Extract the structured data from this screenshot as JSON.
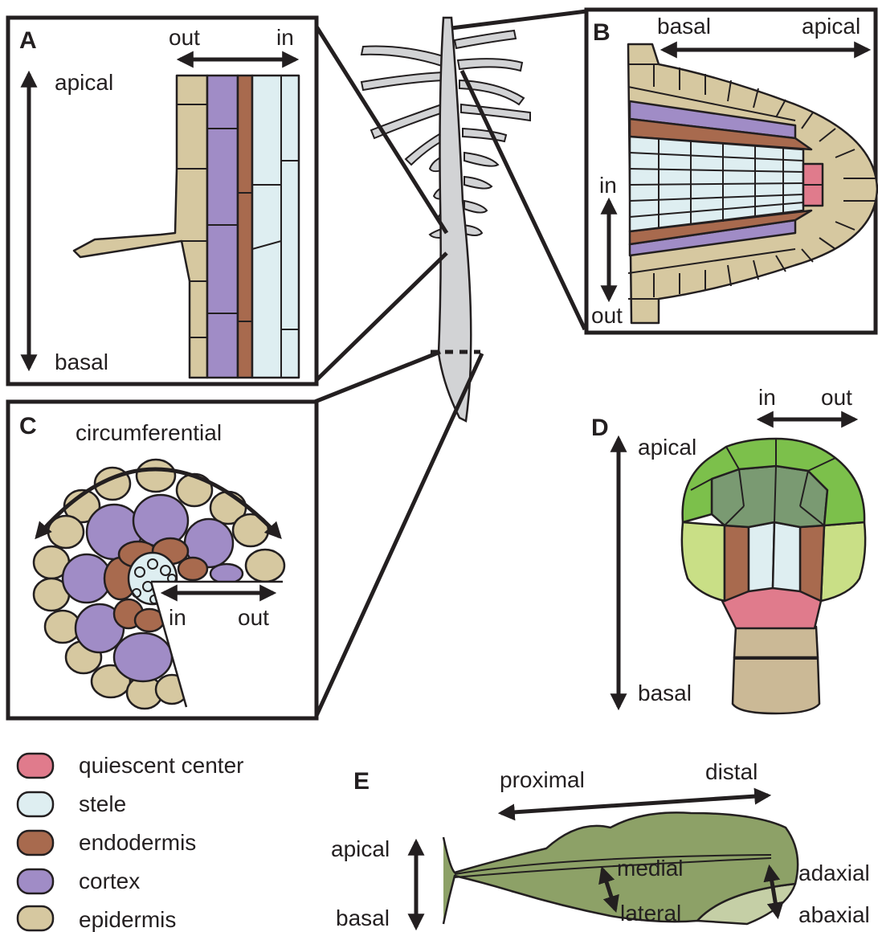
{
  "colors": {
    "quiescent_center": "#e07b8c",
    "stele": "#deeef1",
    "endodermis": "#a86a4e",
    "cortex": "#a08cc6",
    "epidermis": "#d6c8a0",
    "root": "#d2d3d5",
    "leaf": "#8da167",
    "leaf_underside": "#c5cfa6",
    "embryo_bright": "#7cc04b",
    "embryo_dark": "#7a9a72",
    "embryo_light": "#c9df86",
    "suspensor": "#cbb996",
    "ink": "#231f20"
  },
  "panels": {
    "A": {
      "letter": "A",
      "out": "out",
      "in": "in",
      "apical": "apical",
      "basal": "basal"
    },
    "B": {
      "letter": "B",
      "basal": "basal",
      "apical": "apical",
      "in": "in",
      "out": "out"
    },
    "C": {
      "letter": "C",
      "circumferential": "circumferential",
      "in": "in",
      "out": "out"
    },
    "D": {
      "letter": "D",
      "in": "in",
      "out": "out",
      "apical": "apical",
      "basal": "basal"
    },
    "E": {
      "letter": "E",
      "proximal": "proximal",
      "distal": "distal",
      "apical": "apical",
      "basal": "basal",
      "medial": "medial",
      "lateral": "lateral",
      "adaxial": "adaxial",
      "abaxial": "abaxial"
    }
  },
  "legend": [
    {
      "label": "quiescent center",
      "color": "#e07b8c"
    },
    {
      "label": "stele",
      "color": "#deeef1"
    },
    {
      "label": "endodermis",
      "color": "#a86a4e"
    },
    {
      "label": "cortex",
      "color": "#a08cc6"
    },
    {
      "label": "epidermis",
      "color": "#d6c8a0"
    }
  ]
}
